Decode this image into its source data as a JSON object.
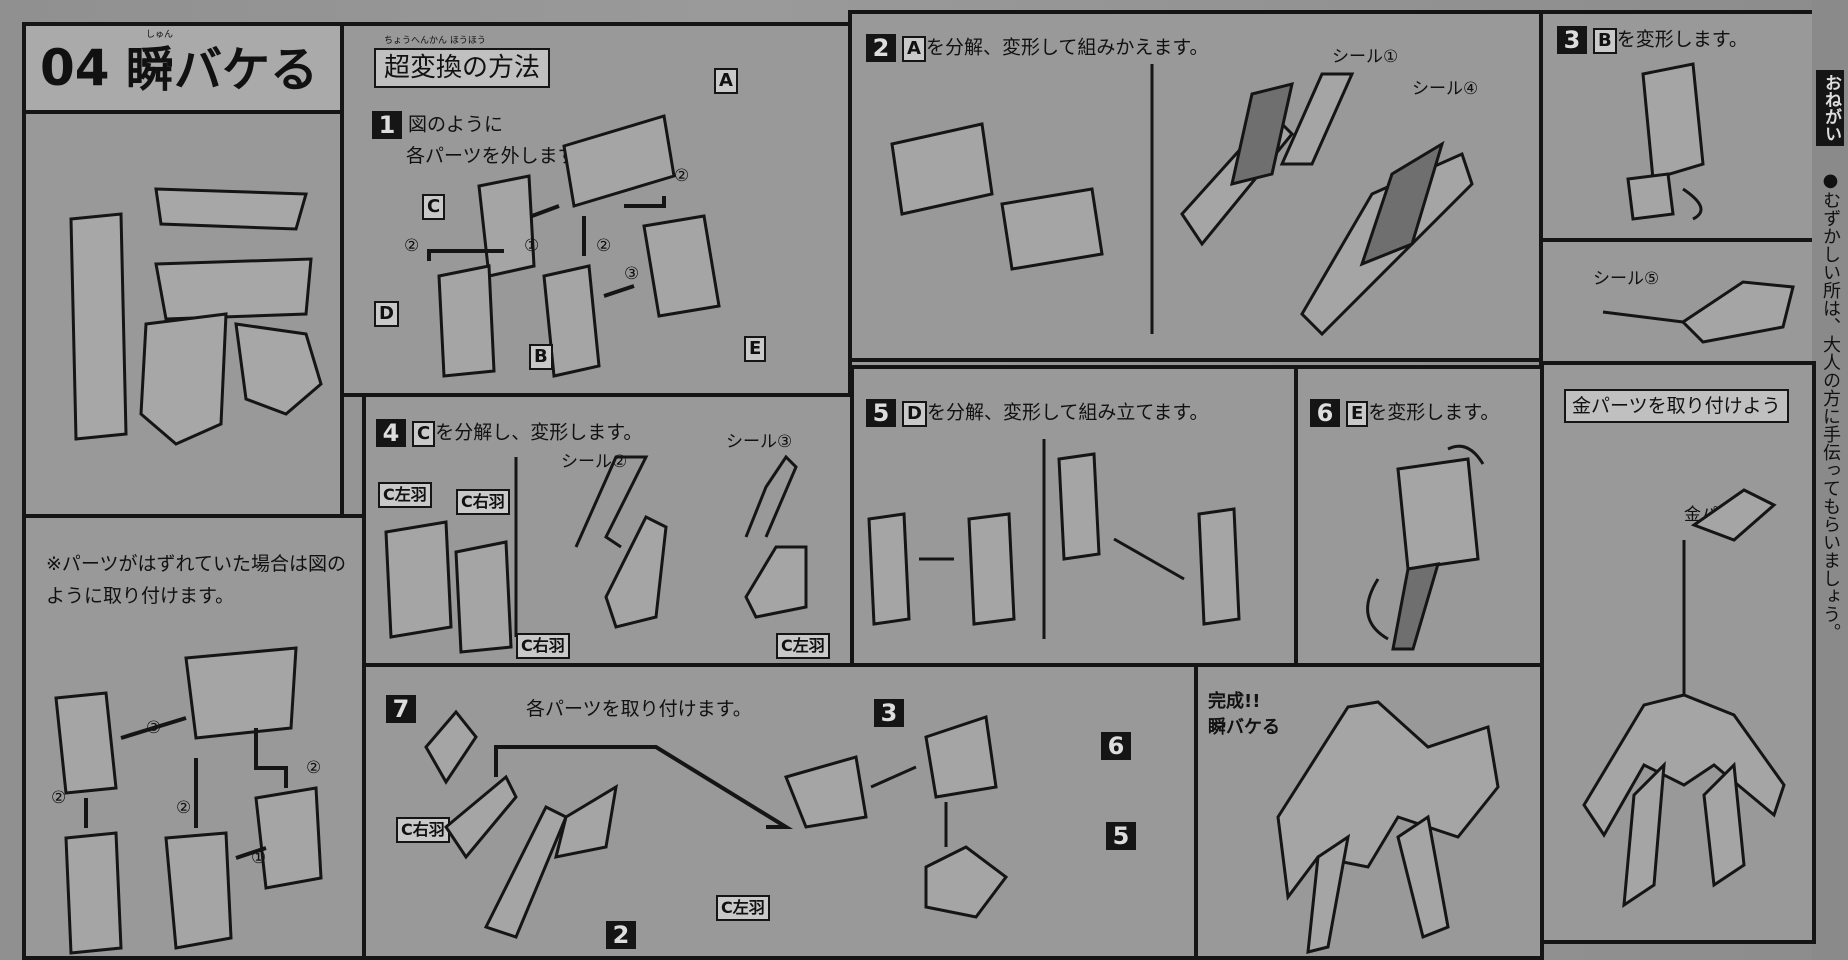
{
  "title_block": {
    "number": "04",
    "title": "瞬バケる",
    "ruby": "しゅん"
  },
  "note": {
    "text": "※パーツがはずれていた場合は図のように取り付けます。",
    "labels": [
      "③",
      "②",
      "②",
      "②",
      "①"
    ]
  },
  "method": {
    "title": "超変換の方法",
    "ruby": "ちょうへんかん ほうほう"
  },
  "step1": {
    "num": "1",
    "text_line1": "図のように",
    "text_line2": "各パーツを外します。",
    "parts": [
      "A",
      "B",
      "C",
      "D",
      "E"
    ],
    "circled": [
      "①",
      "②",
      "②",
      "②",
      "③"
    ]
  },
  "step2": {
    "num": "2",
    "part": "A",
    "text": "を分解、変形して組みかえます。",
    "seal1": "シール①",
    "seal4": "シール④"
  },
  "step3": {
    "num": "3",
    "part": "B",
    "text": "を変形します。",
    "seal5": "シール⑤"
  },
  "step4": {
    "num": "4",
    "part": "C",
    "text": "を分解し、変形します。",
    "seal2": "シール②",
    "seal3": "シール③",
    "c_left": "C左羽",
    "c_right": "C右羽"
  },
  "step5": {
    "num": "5",
    "part": "D",
    "text": "を分解、変形して組み立てます。"
  },
  "step6": {
    "num": "6",
    "part": "E",
    "text": "を変形します。"
  },
  "gold": {
    "title": "金パーツを取り付けよう",
    "label": "金パーツ"
  },
  "step7": {
    "num": "7",
    "text": "各パーツを取り付けます。",
    "labels": [
      "3",
      "6",
      "5",
      "2"
    ],
    "c_right": "C右羽",
    "c_left": "C左羽"
  },
  "complete": {
    "line1": "完成!!",
    "line2": "瞬バケる"
  },
  "side_strip": {
    "tab": "おねがい",
    "text": "●むずかしい所は、大人の方に手伝ってもらいましょう。"
  }
}
